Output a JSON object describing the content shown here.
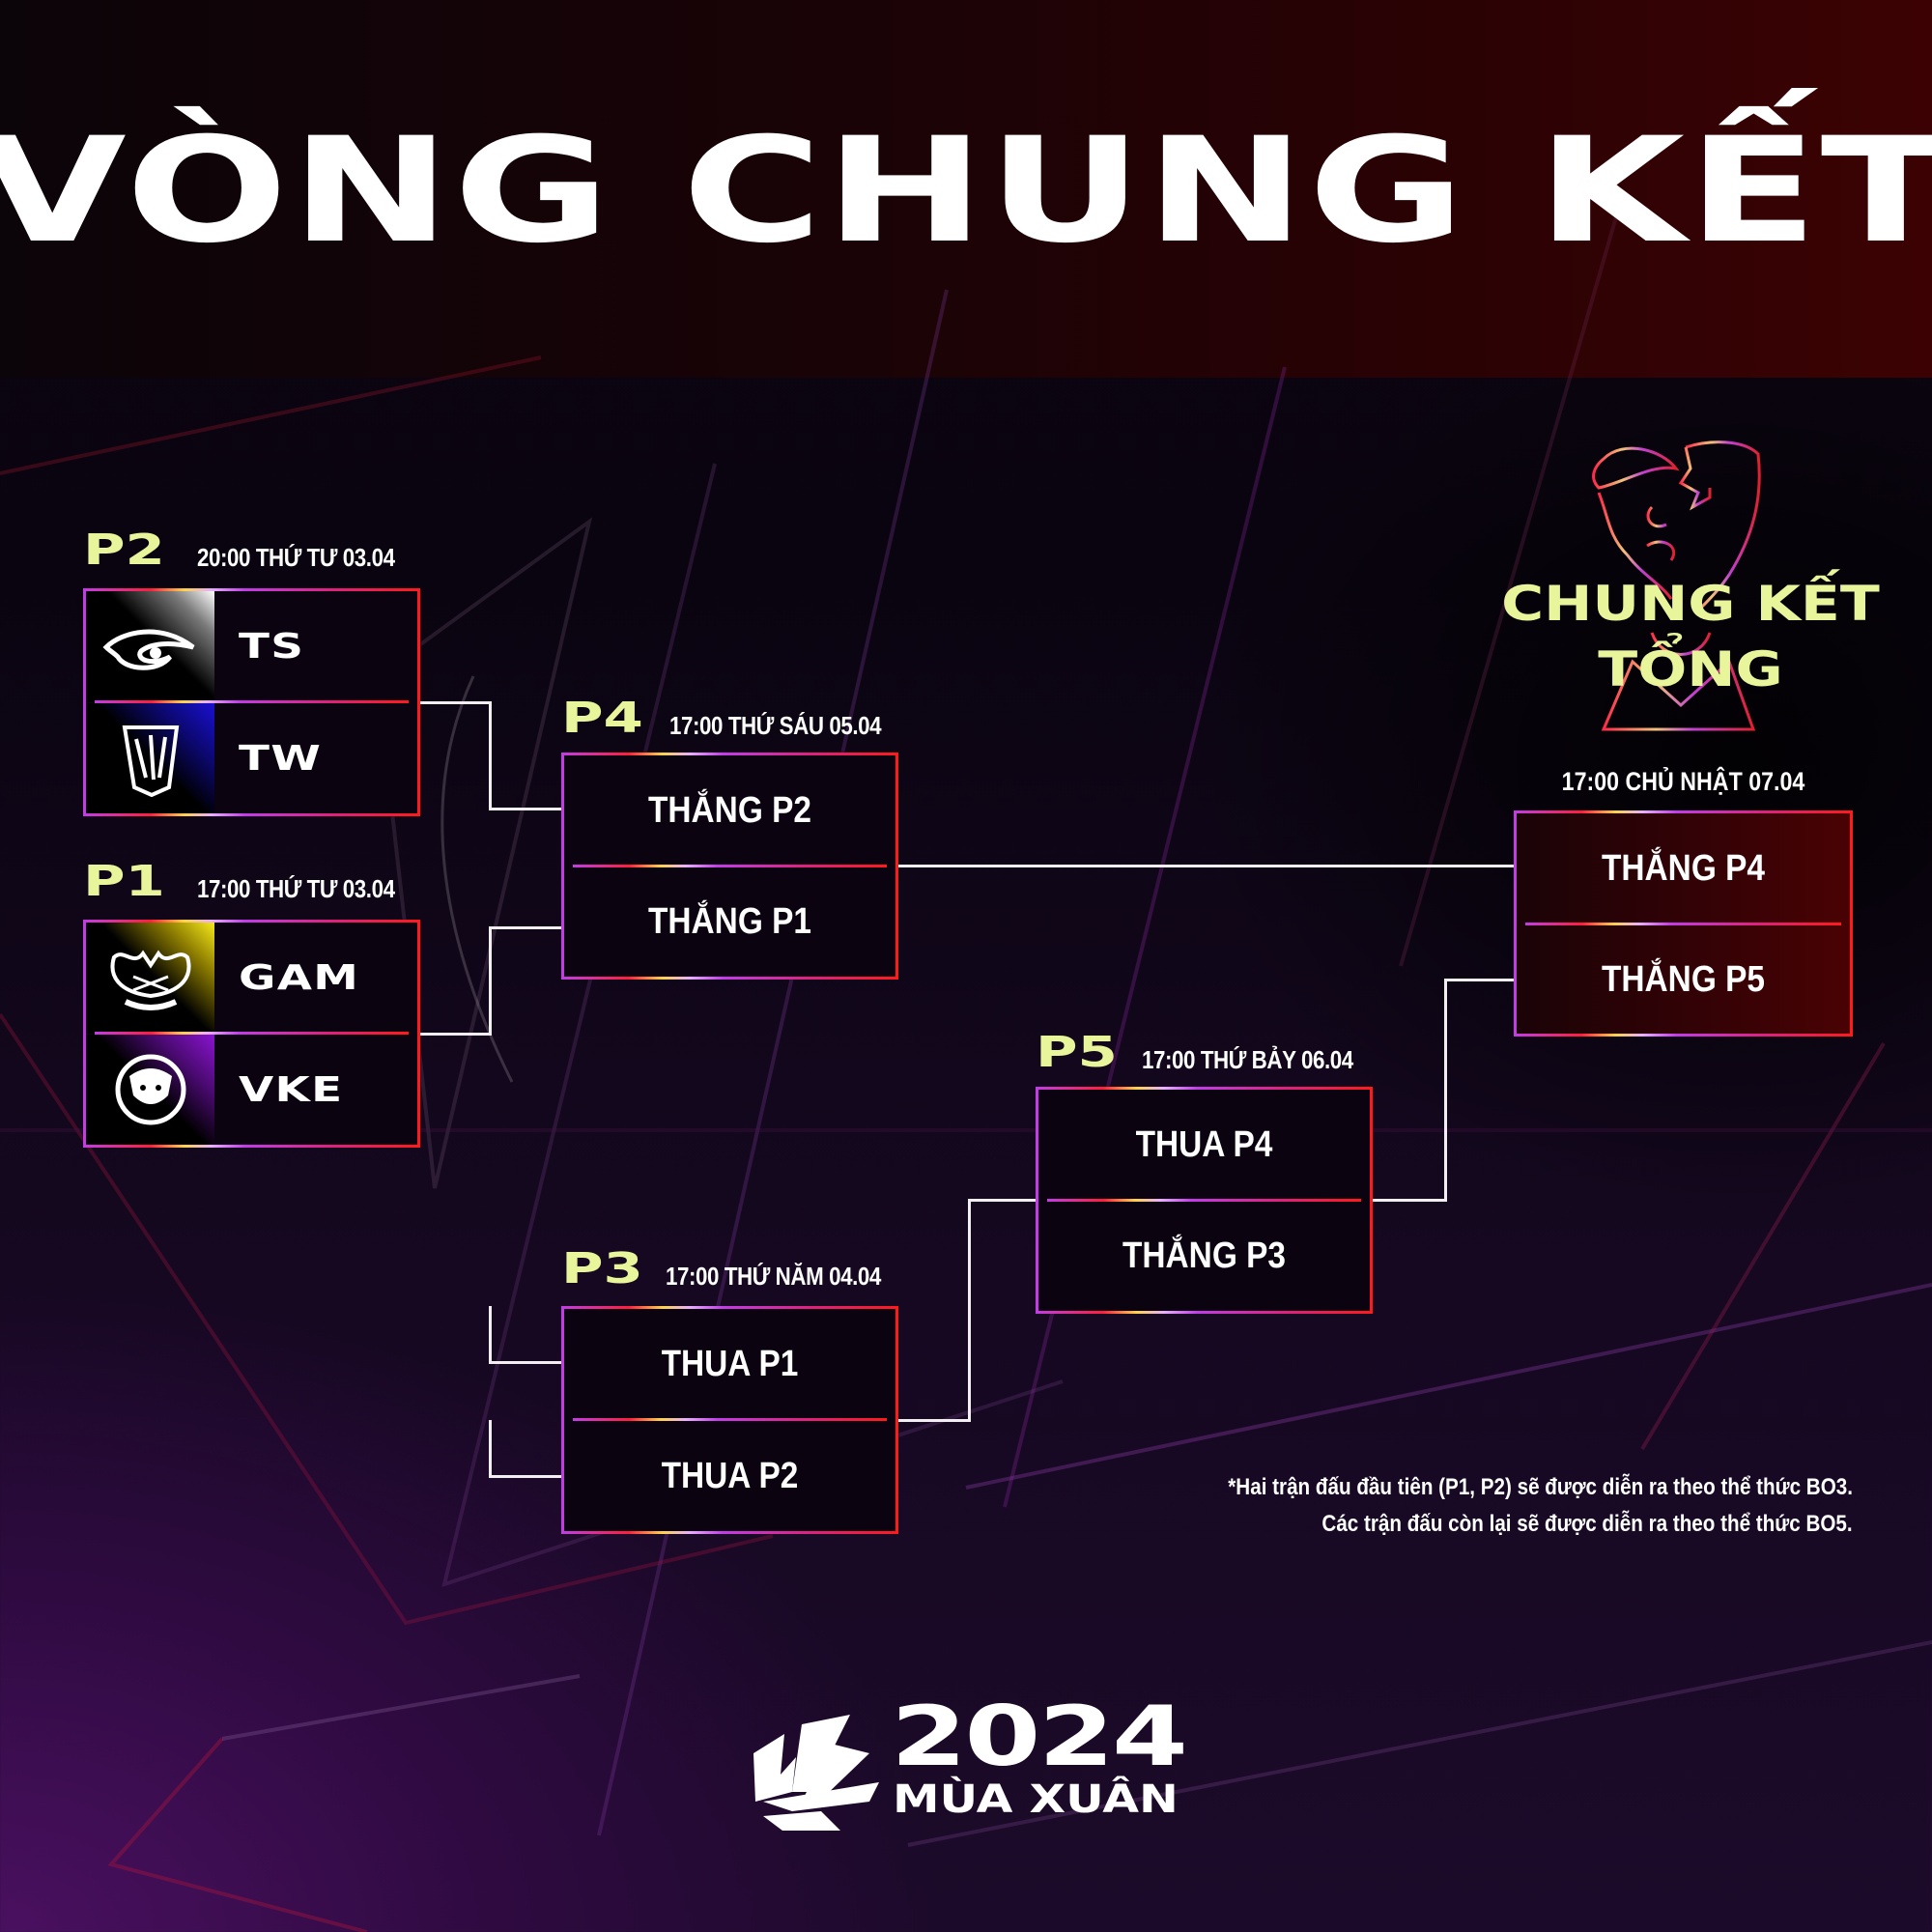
{
  "header": {
    "title": "VÒNG CHUNG KẾT"
  },
  "colors": {
    "label_accent": "#e9f59b",
    "border_left": "#c23ce8",
    "border_right": "#ff1a1a",
    "connector": "#f2eef2"
  },
  "matches": {
    "p2": {
      "code": "P2",
      "datetime": "20:00 THỨ TƯ 03.04",
      "teams": [
        {
          "abbr": "TS",
          "logo_icon": "team-secret-eye-icon",
          "logo_glow": "#ffffff"
        },
        {
          "abbr": "TW",
          "logo_icon": "tw-claw-icon",
          "logo_glow": "#1a10c8"
        }
      ]
    },
    "p1": {
      "code": "P1",
      "datetime": "17:00 THỨ TƯ 03.04",
      "teams": [
        {
          "abbr": "GAM",
          "logo_icon": "gam-dragon-icon",
          "logo_glow": "#f0e020"
        },
        {
          "abbr": "VKE",
          "logo_icon": "vke-beast-icon",
          "logo_glow": "#7a10c0"
        }
      ]
    },
    "p4": {
      "code": "P4",
      "datetime": "17:00 THỨ SÁU 05.04",
      "slots": [
        "THẮNG P2",
        "THẮNG P1"
      ]
    },
    "p3": {
      "code": "P3",
      "datetime": "17:00 THỨ NĂM 04.04",
      "slots": [
        "THUA P1",
        "THUA P2"
      ]
    },
    "p5": {
      "code": "P5",
      "datetime": "17:00 THỨ BẢY 06.04",
      "slots": [
        "THUA P4",
        "THẮNG P3"
      ]
    },
    "final": {
      "title_line1": "CHUNG KẾT",
      "title_line2": "TỔNG",
      "datetime": "17:00 CHỦ NHẬT 07.04",
      "slots": [
        "THẮNG P4",
        "THẮNG P5"
      ]
    }
  },
  "footnote": {
    "line1": "*Hai trận đấu đầu tiên (P1, P2) sẽ được diễn ra theo thể thức BO3.",
    "line2": "Các trận đấu còn lại sẽ được diễn ra theo thể thức BO5."
  },
  "branding": {
    "year": "2024",
    "season": "MÙA XUÂN",
    "logo_icon": "vcs-logo-icon"
  }
}
